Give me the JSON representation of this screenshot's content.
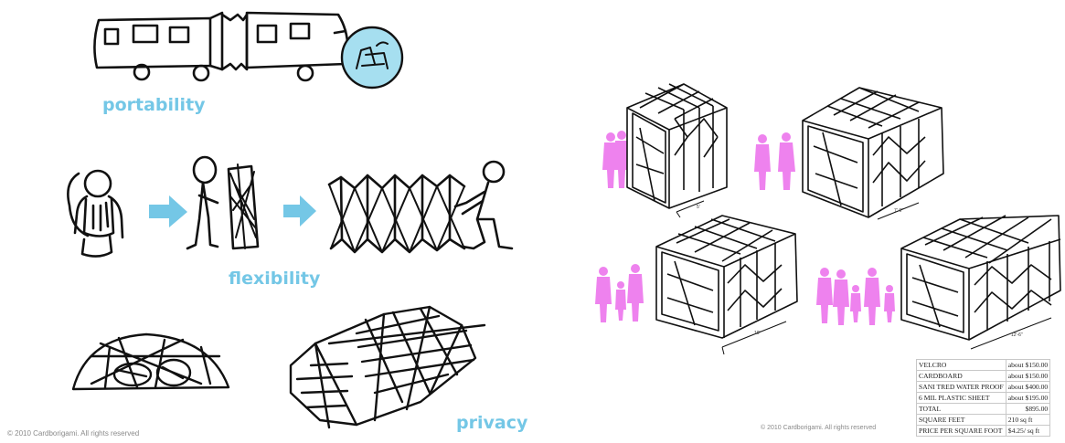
{
  "left_panel": {
    "labels": {
      "portability": "portability",
      "flexibility": "flexibility",
      "privacy": "privacy"
    },
    "copyright": "© 2010 Cardborigami. All rights reserved",
    "accent_color": "#74c7e6"
  },
  "right_panel": {
    "copyright": "© 2010 Cardborigami. All rights reserved",
    "figure_color": "#ee82ee",
    "dimension_labels": [
      "5'",
      "7'-6\"",
      "10'",
      "12'-6\""
    ],
    "cost_table": {
      "rows": [
        {
          "item": "VELCRO",
          "value": "about $150.00"
        },
        {
          "item": "CARDBOARD",
          "value": "about $150.00"
        },
        {
          "item": "SANI TRED WATER PROOF",
          "value": "about $400.00"
        },
        {
          "item": "6 MIL PLASTIC SHEET",
          "value": "about $195.00"
        },
        {
          "item": "TOTAL",
          "value": "$895.00"
        },
        {
          "item": "SQUARE FEET",
          "value": "210 sq ft"
        },
        {
          "item": "PRICE PER SQUARE FOOT",
          "value": "$4.25/ sq ft"
        }
      ]
    }
  }
}
